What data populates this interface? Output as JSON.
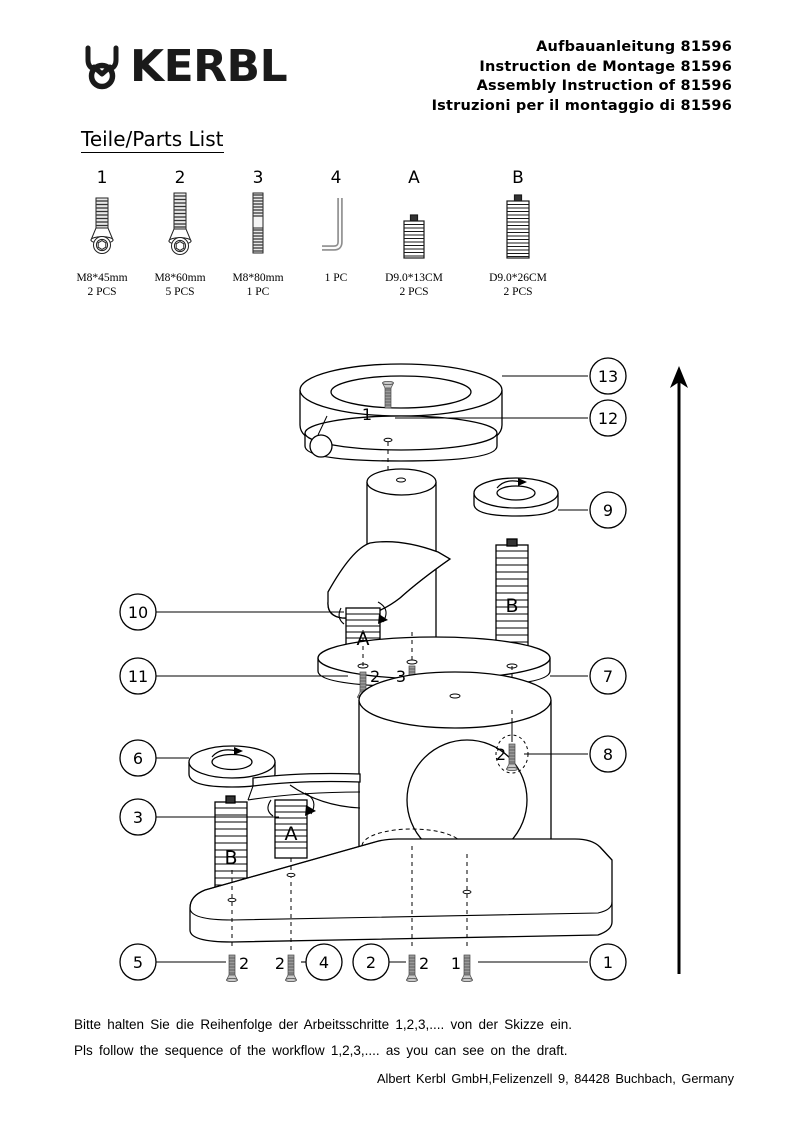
{
  "brand": {
    "name": "KERBL",
    "logo_icon": "kerbl-horns-logo"
  },
  "header": {
    "lines": [
      "Aufbauanleitung 81596",
      "Instruction de Montage 81596",
      "Assembly Instruction of 81596",
      "Istruzioni per il montaggio di 81596"
    ]
  },
  "section": {
    "parts_list_title": "Teile/Parts List"
  },
  "parts": [
    {
      "index": "1",
      "icon": "countersunk-bolt-icon",
      "desc": "M8*45mm\n2 PCS"
    },
    {
      "index": "2",
      "icon": "countersunk-bolt-icon",
      "desc": "M8*60mm\n5 PCS"
    },
    {
      "index": "3",
      "icon": "double-thread-stud-icon",
      "desc": "M8*80mm\n1 PC"
    },
    {
      "index": "4",
      "icon": "allen-key-icon",
      "desc": "1 PC"
    },
    {
      "index": "A",
      "icon": "short-sleeve-tube-icon",
      "desc": "D9.0*13CM\n2 PCS"
    },
    {
      "index": "B",
      "icon": "long-sleeve-tube-icon",
      "desc": "D9.0*26CM\n2 PCS"
    }
  ],
  "diagram": {
    "direction_arrow": "assembly-order-up-arrow",
    "callouts": [
      {
        "id": "13",
        "side": "right"
      },
      {
        "id": "12",
        "side": "right"
      },
      {
        "id": "9",
        "side": "right"
      },
      {
        "id": "7",
        "side": "right"
      },
      {
        "id": "8",
        "side": "right"
      },
      {
        "id": "1",
        "side": "bottom"
      },
      {
        "id": "10",
        "side": "left"
      },
      {
        "id": "11",
        "side": "left"
      },
      {
        "id": "6",
        "side": "left"
      },
      {
        "id": "3",
        "side": "left"
      },
      {
        "id": "5",
        "side": "bottom"
      },
      {
        "id": "4",
        "side": "bottom"
      },
      {
        "id": "2",
        "side": "bottom"
      }
    ],
    "fastener_labels": [
      {
        "text": "1",
        "at": "top-plate-screw"
      },
      {
        "text": "2",
        "at": "mid-plate-left-screw"
      },
      {
        "text": "3",
        "at": "mid-plate-center-stud"
      },
      {
        "text": "2",
        "at": "trunk-side-screw"
      },
      {
        "text": "2",
        "at": "base-screw-a"
      },
      {
        "text": "2",
        "at": "base-screw-b"
      },
      {
        "text": "2",
        "at": "base-screw-c"
      },
      {
        "text": "1",
        "at": "base-screw-d"
      }
    ],
    "tube_labels": [
      {
        "text": "A",
        "at": "upper-short-tube"
      },
      {
        "text": "B",
        "at": "upper-long-tube"
      },
      {
        "text": "A",
        "at": "lower-short-tube"
      },
      {
        "text": "B",
        "at": "lower-long-tube"
      }
    ]
  },
  "footer": {
    "note_de": "Bitte halten Sie die Reihenfolge der Arbeitsschritte 1,2,3,.... von der Skizze ein.",
    "note_en": "Pls follow the sequence of the workflow 1,2,3,.... as you can see on the draft.",
    "address": "Albert Kerbl GmbH,Felizenzell 9,  84428  Buchbach,  Germany"
  },
  "colors": {
    "ink": "#000000",
    "paper": "#ffffff",
    "metal": "#8a8a8a"
  }
}
